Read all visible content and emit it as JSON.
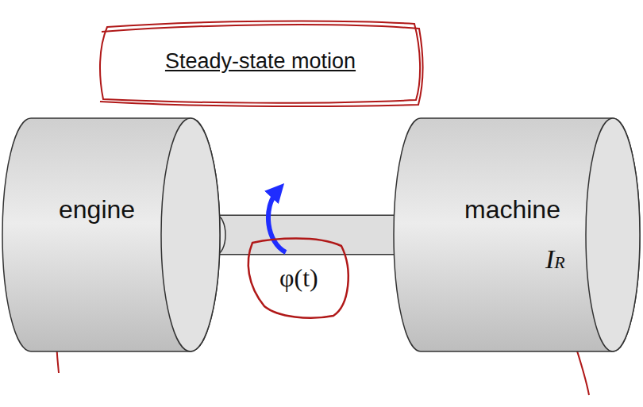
{
  "diagram": {
    "title": "Steady-state motion",
    "nodes": [
      {
        "text": [
          "engine"
        ]
      },
      {
        "text": [
          "machine",
          "IR"
        ]
      }
    ],
    "edges": [
      {
        "from": 0,
        "to": 1,
        "arrow": "none"
      }
    ],
    "labels": [
      "φ(t)"
    ]
  }
}
